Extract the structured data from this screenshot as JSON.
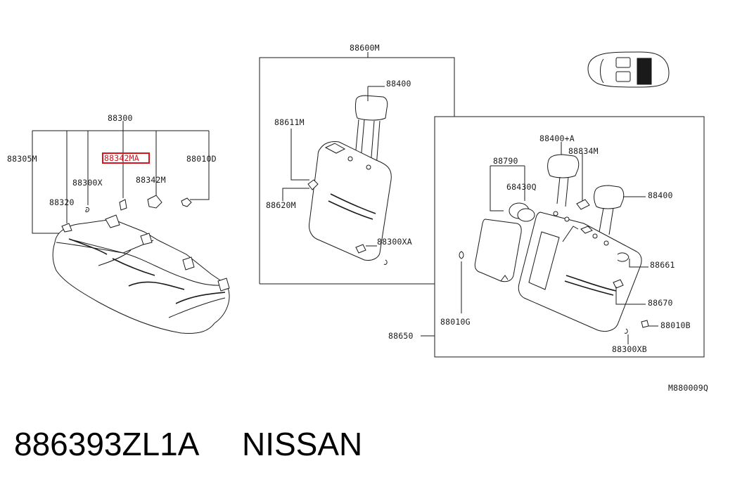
{
  "diagram": {
    "figure_code": "M880009Q",
    "labels": {
      "l_88300": "88300",
      "l_88305M": "88305M",
      "l_88342MA": "88342MA",
      "l_88010D": "88010D",
      "l_88300X": "88300X",
      "l_88342M": "88342M",
      "l_88320": "88320",
      "l_88600M": "88600M",
      "l_88400_top": "88400",
      "l_88611M": "88611M",
      "l_88620M": "88620M",
      "l_88300XA": "88300XA",
      "l_88400A": "88400+A",
      "l_88834M": "88834M",
      "l_88790": "88790",
      "l_68430Q": "68430Q",
      "l_88400_right": "88400",
      "l_88661": "88661",
      "l_88670": "88670",
      "l_88010G": "88010G",
      "l_88010B": "88010B",
      "l_88650": "88650",
      "l_88300XB": "88300XB"
    },
    "highlighted_part": "88342MA",
    "highlight_color": "#d8141d"
  },
  "caption": {
    "part_number": "886393ZL1A",
    "brand": "NISSAN"
  }
}
